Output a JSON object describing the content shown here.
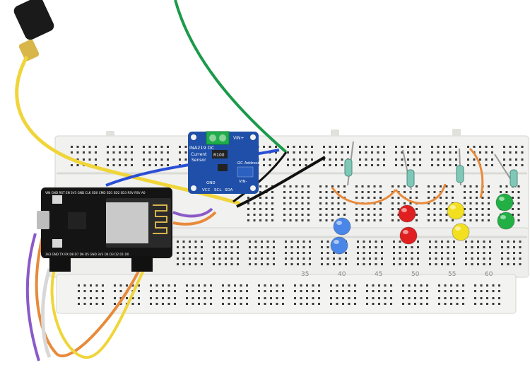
{
  "photo": {
    "background": "#ffffff",
    "breadboard_color": "#f1f1ef",
    "hole_color": "#3b3b3b"
  },
  "sensor_module": {
    "board_color": "#1f4fa8",
    "terminal_color": "#1fae4b",
    "title": "INA219 DC",
    "subtitle1": "Current",
    "subtitle2": "Sensor",
    "resistor_label": "R100",
    "i2c_label": "I2C Address",
    "pin_vinp": "VIN+",
    "pin_vinm": "VIN-",
    "pin_gnd": "GND",
    "pin_vcc": "VCC",
    "pin_scl": "SCL",
    "pin_sda": "SDA"
  },
  "mcu_board": {
    "board_color": "#141414",
    "shield_color": "#c9c9c9",
    "module_color": "#2a2a2a",
    "pin_row_top": "VIN GND RST EN 3V3 GND CLK SD0 CMD SD1 SD2 SD3 RSV RSV A0",
    "pin_row_bottom": "3V3 GND TX RX D8 D7 D6 D5 GND 3V3 D4 D3 D2 D1 D0"
  },
  "breadboard_labels": {
    "col_35": "35",
    "col_40": "40",
    "col_45": "45",
    "col_50": "50",
    "col_55": "55",
    "col_60": "60"
  },
  "leds": [
    {
      "color": "blue",
      "hex": "#4a86e8"
    },
    {
      "color": "blue",
      "hex": "#4a86e8"
    },
    {
      "color": "red",
      "hex": "#e02020"
    },
    {
      "color": "red",
      "hex": "#e02020"
    },
    {
      "color": "yellow",
      "hex": "#f2e020"
    },
    {
      "color": "yellow",
      "hex": "#f2e020"
    },
    {
      "color": "green",
      "hex": "#22b045"
    },
    {
      "color": "green",
      "hex": "#22b045"
    }
  ],
  "wires": {
    "yellow": "#f0d53a",
    "green": "#1a9a4a",
    "blue": "#2a4fd6",
    "black": "#111111",
    "purple": "#8a5ac8",
    "orange": "#e88a3a",
    "white": "#e8e8e8"
  }
}
